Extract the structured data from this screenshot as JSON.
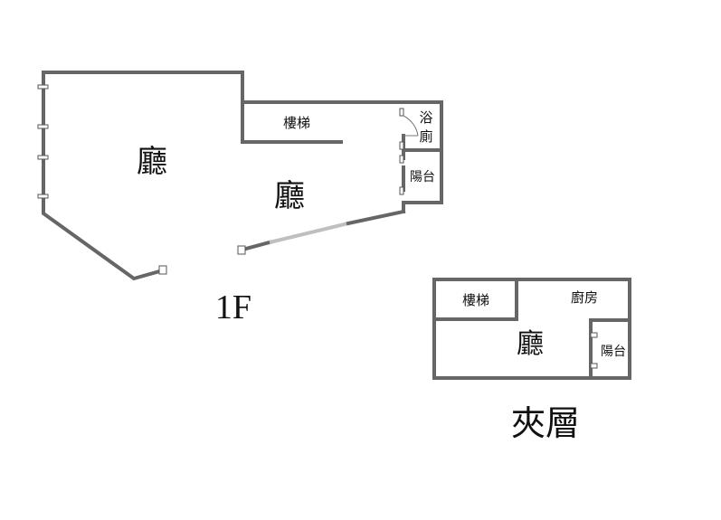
{
  "floor_1": {
    "label": "1F",
    "rooms": {
      "hall_left": "廳",
      "hall_center": "廳",
      "stairs": "樓梯",
      "bath_line1": "浴",
      "bath_line2": "廁",
      "balcony": "陽台"
    }
  },
  "mezzanine": {
    "label": "夾層",
    "rooms": {
      "stairs": "樓梯",
      "kitchen": "廚房",
      "hall": "廳",
      "balcony": "陽台"
    }
  },
  "colors": {
    "wall": "#666666",
    "text": "#111111",
    "background": "#ffffff"
  }
}
